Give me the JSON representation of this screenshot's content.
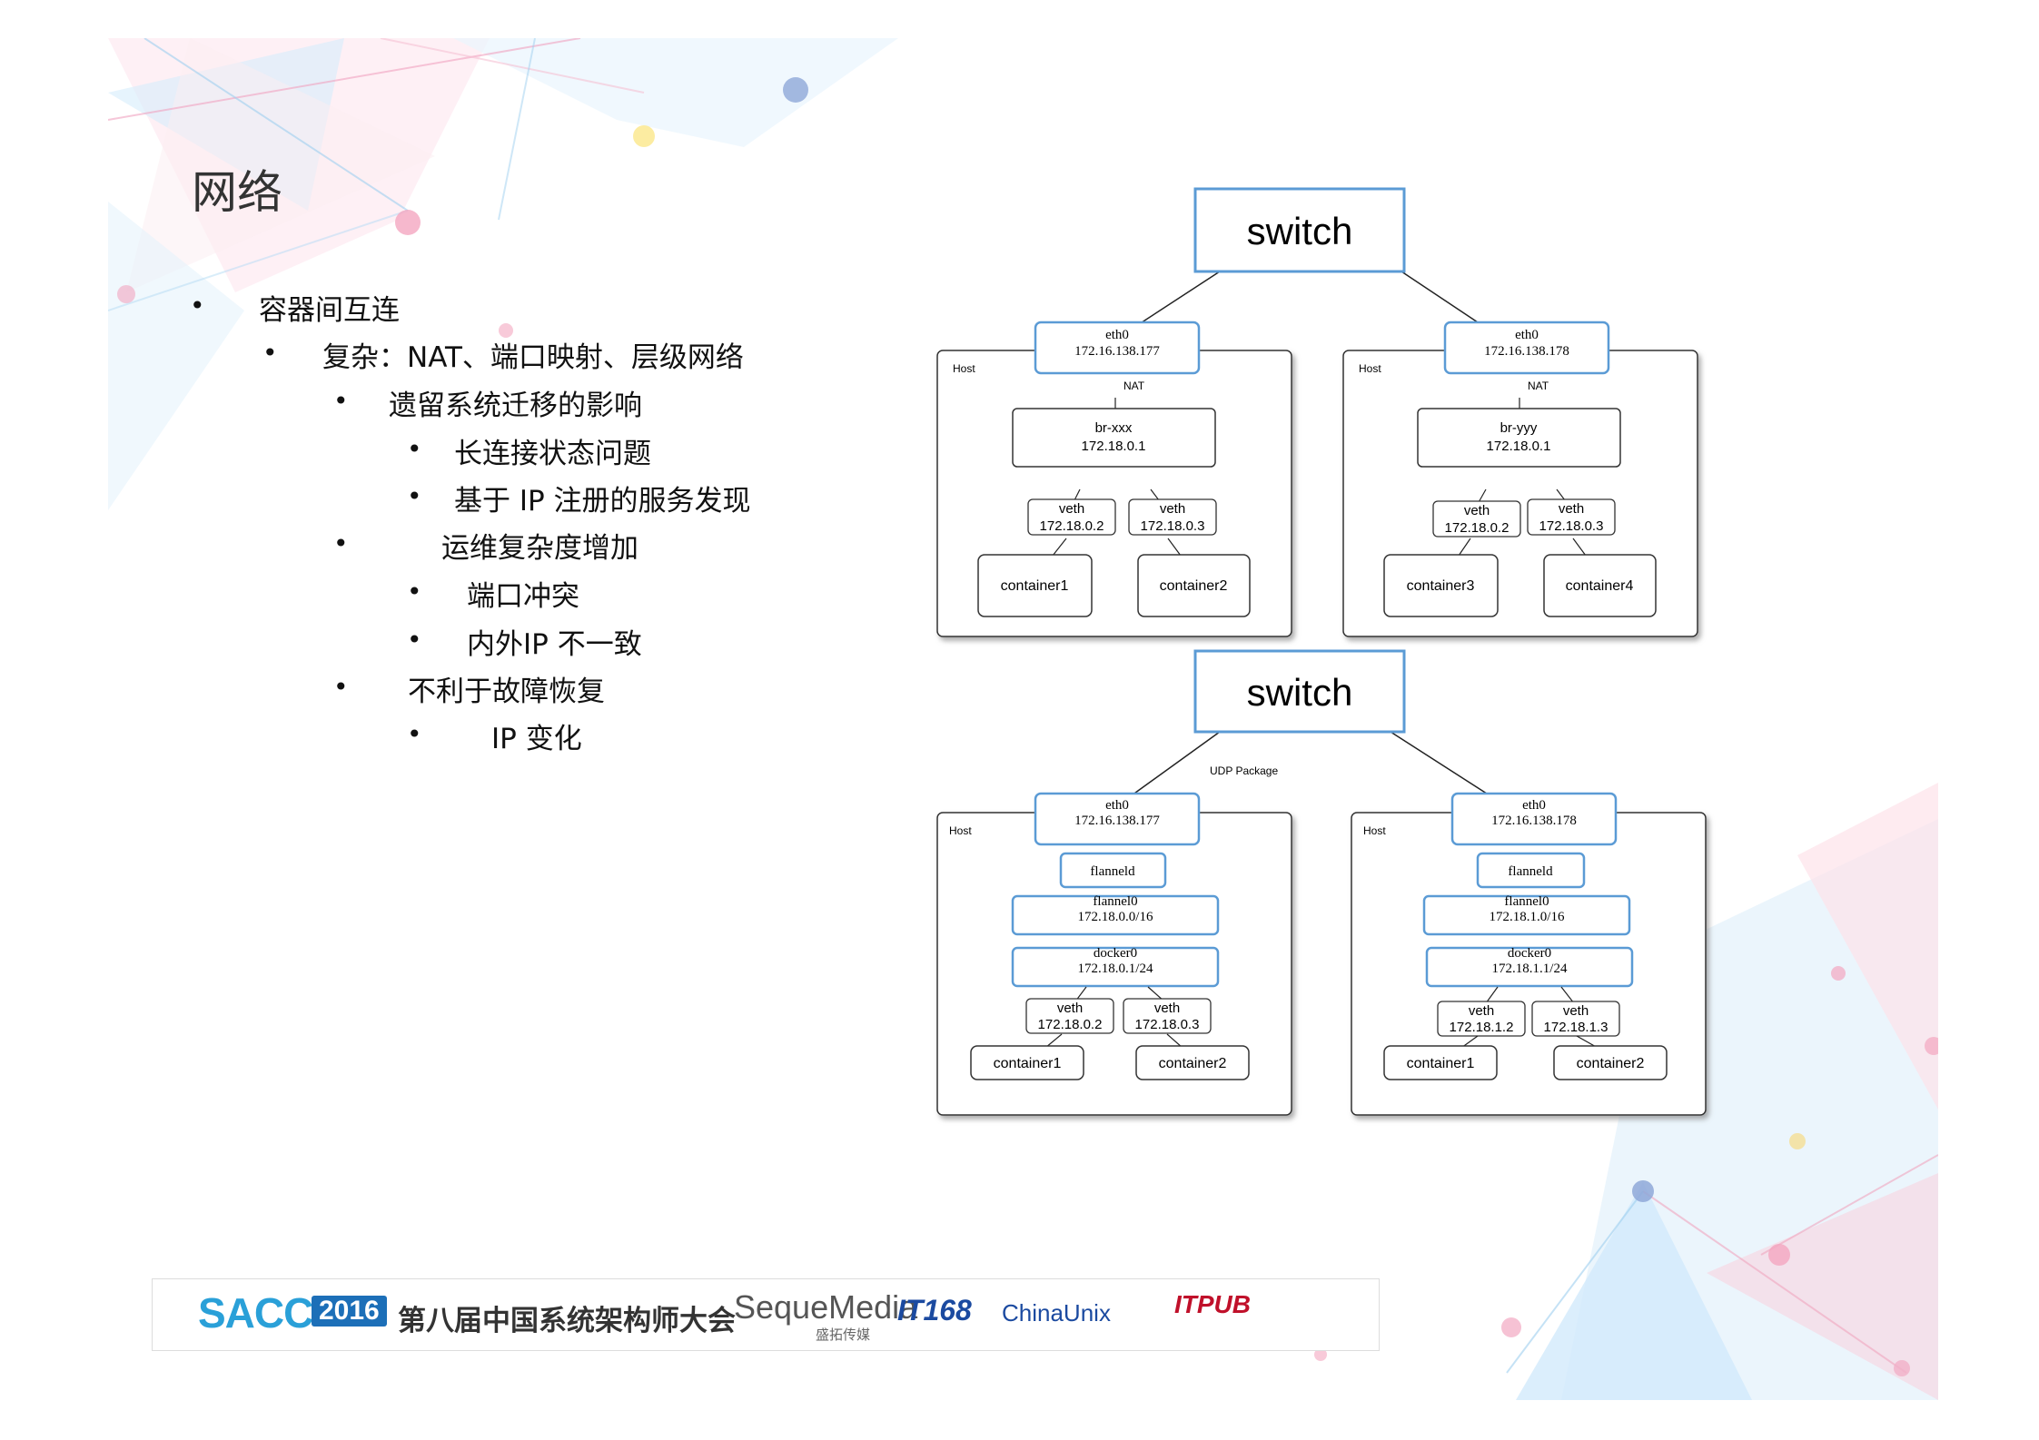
{
  "slide": {
    "title": "网络",
    "bullets": [
      {
        "text": "容器间互连",
        "level": 1
      },
      {
        "text": "复杂：NAT、端口映射、层级网络",
        "level": 2
      },
      {
        "text": "遗留系统迁移的影响",
        "level": 3
      },
      {
        "text": "长连接状态问题",
        "level": 4
      },
      {
        "text": "基于 IP 注册的服务发现",
        "level": 4
      },
      {
        "text": "运维复杂度增加",
        "level": 3
      },
      {
        "text": "端口冲突",
        "level": 4
      },
      {
        "text": "内外IP 不一致",
        "level": 4
      },
      {
        "text": "不利于故障恢复",
        "level": 3
      },
      {
        "text": "IP 变化",
        "level": 4
      }
    ],
    "bullet_symbol": "•"
  },
  "diagram_top": {
    "switch": "switch",
    "host_label": "Host",
    "nat_label": "NAT",
    "hosts": [
      {
        "eth_name": "eth0",
        "eth_ip": "172.16.138.177",
        "bridge_name": "br-xxx",
        "bridge_ip": "172.18.0.1",
        "veth": [
          {
            "name": "veth",
            "ip": "172.18.0.2"
          },
          {
            "name": "veth",
            "ip": "172.18.0.3"
          }
        ],
        "containers": [
          "container1",
          "container2"
        ]
      },
      {
        "eth_name": "eth0",
        "eth_ip": "172.16.138.178",
        "bridge_name": "br-yyy",
        "bridge_ip": "172.18.0.1",
        "veth": [
          {
            "name": "veth",
            "ip": "172.18.0.2"
          },
          {
            "name": "veth",
            "ip": "172.18.0.3"
          }
        ],
        "containers": [
          "container3",
          "container4"
        ]
      }
    ]
  },
  "diagram_bottom": {
    "switch": "switch",
    "udp_label": "UDP Package",
    "host_label": "Host",
    "hosts": [
      {
        "eth_name": "eth0",
        "eth_ip": "172.16.138.177",
        "flanneld": "flanneld",
        "flannel_name": "flannel0",
        "flannel_ip": "172.18.0.0/16",
        "docker_name": "docker0",
        "docker_ip": "172.18.0.1/24",
        "veth": [
          {
            "name": "veth",
            "ip": "172.18.0.2"
          },
          {
            "name": "veth",
            "ip": "172.18.0.3"
          }
        ],
        "containers": [
          "container1",
          "container2"
        ]
      },
      {
        "eth_name": "eth0",
        "eth_ip": "172.16.138.178",
        "flanneld": "flanneld",
        "flannel_name": "flannel0",
        "flannel_ip": "172.18.1.0/16",
        "docker_name": "docker0",
        "docker_ip": "172.18.1.1/24",
        "veth": [
          {
            "name": "veth",
            "ip": "172.18.1.2"
          },
          {
            "name": "veth",
            "ip": "172.18.1.3"
          }
        ],
        "containers": [
          "container1",
          "container2"
        ]
      }
    ]
  },
  "footer": {
    "sacc": "SACC",
    "year": "2016",
    "conference": "第八届中国系统架构师大会",
    "seque": "SequeMedia",
    "seque_sub": "盛拓传媒",
    "it168": "IT168",
    "chinaunix": "ChinaUnix",
    "itpub": "ITPUB"
  },
  "colors": {
    "accent_blue": "#5b9bd5",
    "box_border": "#444444",
    "shadow": "#888888"
  }
}
